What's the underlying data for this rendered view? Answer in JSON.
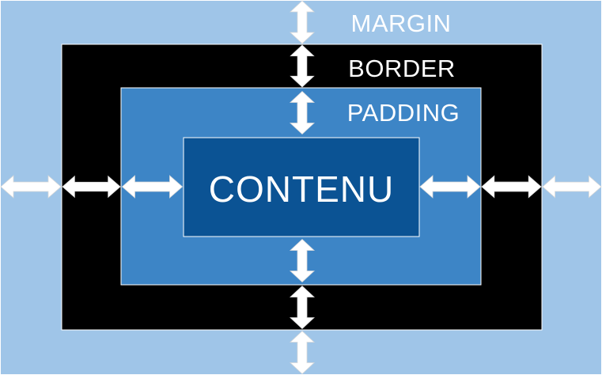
{
  "labels": {
    "margin": "MARGIN",
    "border": "BORDER",
    "padding": "PADDING",
    "content": "CONTENU"
  },
  "colors": {
    "margin": "#9fc5e8",
    "border": "#000000",
    "padding": "#3d85c6",
    "content": "#0b5394",
    "edge": "#ffffff",
    "arrow": "#ffffff"
  }
}
